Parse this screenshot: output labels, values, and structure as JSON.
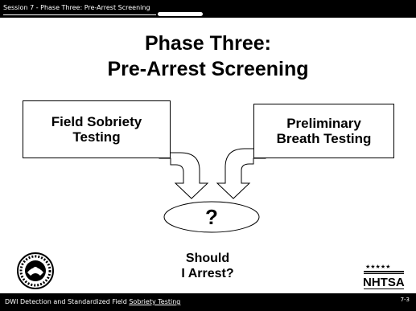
{
  "header": {
    "session_label": "Session 7 - Phase Three: Pre-Arrest Screening"
  },
  "title": {
    "line1": "Phase Three:",
    "line2": "Pre-Arrest Screening"
  },
  "boxes": {
    "left": {
      "line1": "Field Sobriety",
      "line2": "Testing"
    },
    "right": {
      "line1": "Preliminary",
      "line2": "Breath Testing"
    }
  },
  "decision": {
    "symbol": "?",
    "line1": "Should",
    "line2": "I Arrest?"
  },
  "footer": {
    "text_before": "DWI Detection and Standardized Field ",
    "text_underlined": "Sobriety Testing",
    "page_number": "7-3"
  },
  "logos": {
    "left": "DOT seal",
    "right": "NHTSA"
  },
  "nhtsa_logo_text": "NHTSA",
  "colors": {
    "bar": "#000000",
    "background": "#ffffff",
    "ink": "#000000"
  }
}
